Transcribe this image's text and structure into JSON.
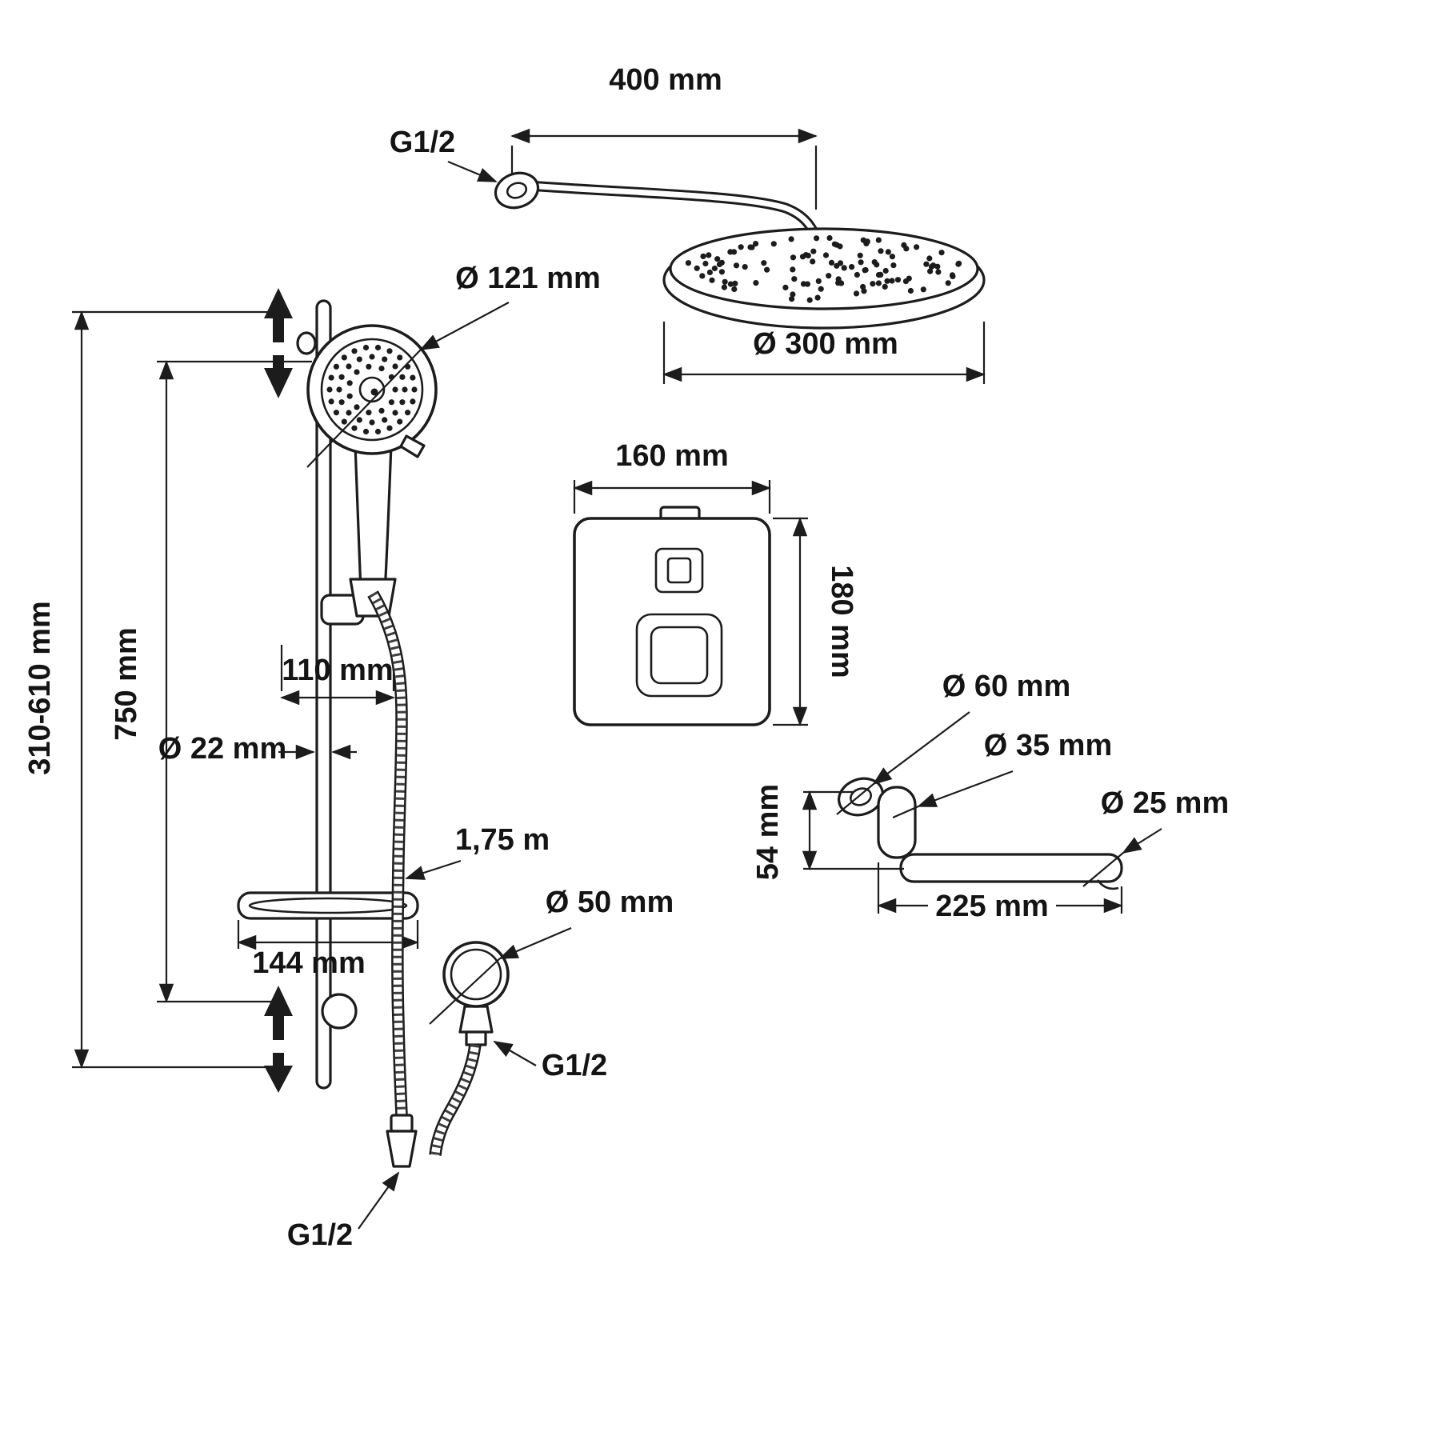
{
  "drawing": {
    "title": "Shower system dimensional drawing",
    "colors": {
      "line": "#1c1c1c",
      "background": "#ffffff"
    },
    "labels": {
      "arm_length": "400 mm",
      "arm_thread": "G1/2",
      "hand_shower_diameter": "Ø 121 mm",
      "head_shower_diameter": "Ø 300 mm",
      "mixer_width": "160 mm",
      "mixer_height": "180 mm",
      "bar_height_range": "310-610 mm",
      "bar_length": "750 mm",
      "holder_offset": "110 mm",
      "bar_diameter": "Ø 22 mm",
      "hose_length": "1,75 m",
      "shelf_width": "144 mm",
      "outlet_diameter": "Ø 50 mm",
      "outlet_thread": "G1/2",
      "hose_thread": "G1/2",
      "spout_flange_diameter": "Ø 60 mm",
      "spout_joint_diameter": "Ø 35 mm",
      "spout_pipe_diameter": "Ø 25 mm",
      "spout_drop_height": "54 mm",
      "spout_length": "225 mm"
    }
  }
}
